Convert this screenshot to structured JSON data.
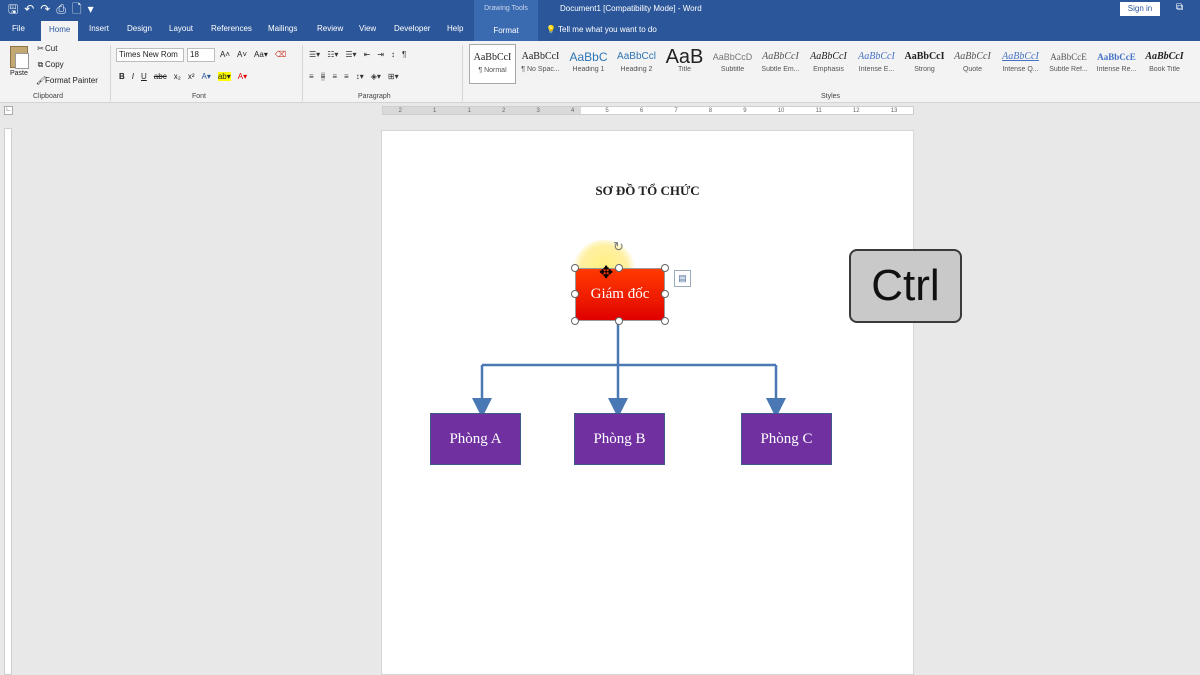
{
  "app": {
    "doc_title": "Document1 [Compatibility Mode] - Word",
    "contextual_group": "Drawing Tools",
    "signin_label": "Sign in",
    "qat_icons": [
      "save-icon",
      "undo-icon",
      "redo-icon",
      "print-preview-icon",
      "new-document-icon",
      "customize-qat-icon"
    ]
  },
  "tabs": [
    "File",
    "Home",
    "Insert",
    "Design",
    "Layout",
    "References",
    "Mailings",
    "Review",
    "View",
    "Developer",
    "Help",
    "Format"
  ],
  "active_tab": "Home",
  "tell_me": "Tell me what you want to do",
  "ribbon": {
    "clipboard": {
      "label": "Clipboard",
      "paste": "Paste",
      "cut": "Cut",
      "copy": "Copy",
      "format_painter": "Format Painter"
    },
    "font": {
      "label": "Font",
      "font_name": "Times New Rom",
      "font_size": "18"
    },
    "paragraph": {
      "label": "Paragraph"
    },
    "styles": {
      "label": "Styles",
      "items": [
        {
          "sample": "AaBbCcI",
          "name": "¶ Normal"
        },
        {
          "sample": "AaBbCcI",
          "name": "¶ No Spac..."
        },
        {
          "sample": "AaBbC",
          "name": "Heading 1"
        },
        {
          "sample": "AaBbCcl",
          "name": "Heading 2"
        },
        {
          "sample": "AaB",
          "name": "Title"
        },
        {
          "sample": "AaBbCcD",
          "name": "Subtitle"
        },
        {
          "sample": "AaBbCcI",
          "name": "Subtle Em..."
        },
        {
          "sample": "AaBbCcI",
          "name": "Emphasis"
        },
        {
          "sample": "AaBbCcI",
          "name": "Intense E..."
        },
        {
          "sample": "AaBbCcI",
          "name": "Strong"
        },
        {
          "sample": "AaBbCcI",
          "name": "Quote"
        },
        {
          "sample": "AaBbCcI",
          "name": "Intense Q..."
        },
        {
          "sample": "AaBbCcE",
          "name": "Subtle Ref..."
        },
        {
          "sample": "AaBbCcE",
          "name": "Intense Re..."
        },
        {
          "sample": "AaBbCcI",
          "name": "Book Title"
        }
      ]
    }
  },
  "ruler": {
    "ticks": [
      "2",
      "1",
      "1",
      "2",
      "3",
      "4",
      "5",
      "6",
      "7",
      "8",
      "9",
      "10",
      "11",
      "12",
      "13"
    ]
  },
  "document": {
    "heading": "SƠ ĐỒ TỔ CHỨC",
    "top_box": "Giám đốc",
    "children": [
      "Phòng A",
      "Phòng B",
      "Phòng C"
    ]
  },
  "overlay": {
    "key_label": "Ctrl"
  },
  "colors": {
    "word_blue": "#2b579a",
    "director_fill": "#ff0000",
    "dept_fill": "#7030a0",
    "connector": "#4a78b5"
  }
}
